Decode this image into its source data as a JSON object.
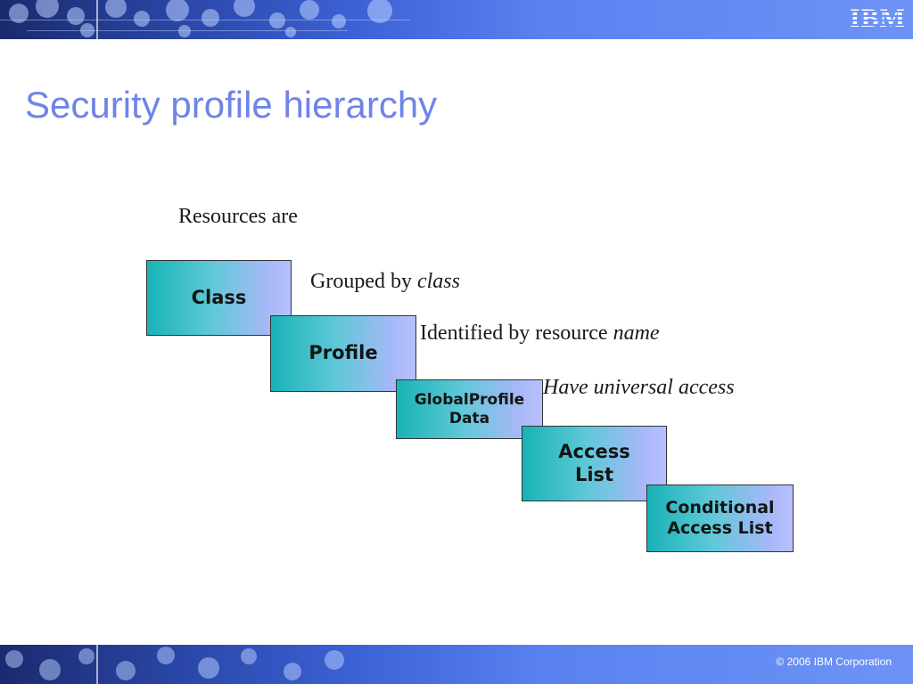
{
  "header": {
    "logo_text": "IBM"
  },
  "slide": {
    "title": "Security profile hierarchy"
  },
  "diagram": {
    "intro": "Resources are",
    "boxes": [
      {
        "line1": "Class",
        "line2": ""
      },
      {
        "line1": "Profile",
        "line2": ""
      },
      {
        "line1": "GlobalProfile",
        "line2": "Data"
      },
      {
        "line1": "Access",
        "line2": "List"
      },
      {
        "line1": "Conditional",
        "line2": "Access List"
      }
    ],
    "captions": [
      {
        "text": "Grouped by ",
        "emphasis": "class"
      },
      {
        "text": "Identified by resource ",
        "emphasis": "name"
      },
      {
        "text": "",
        "emphasis": "Have universal access"
      }
    ]
  },
  "footer": {
    "copyright": "© 2006 IBM Corporation"
  },
  "colors": {
    "title": "#6f84e8",
    "banner": "#3d63d8",
    "box_start": "#18b3b6",
    "box_end": "#b8c0ff"
  }
}
